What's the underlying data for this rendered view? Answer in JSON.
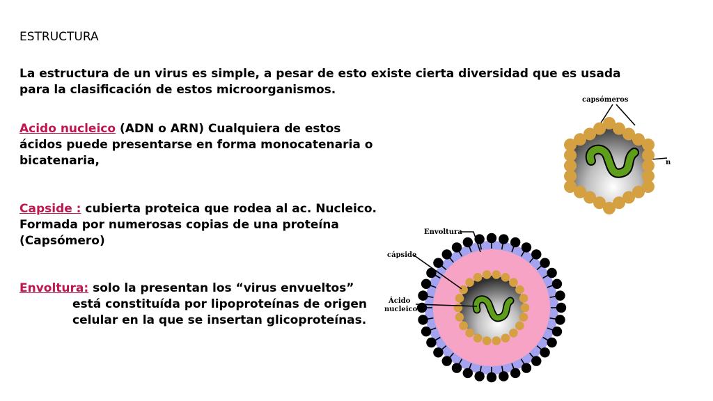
{
  "heading": "ESTRUCTURA",
  "intro": "La estructura de un virus es simple, a pesar de esto existe cierta diversidad que es usada para la clasificación de estos microorganismos.",
  "acid": {
    "term": "Acido nucleico",
    "text": " (ADN o ARN) Cualquiera de estos ácidos puede presentarse en forma monocatenaria o bicatenaria,"
  },
  "capside": {
    "term": "Capside :",
    "text": " cubierta proteica que rodea al ac. Nucleico. Formada por numerosas copias de una proteína (Capsómero)"
  },
  "envoltura": {
    "term": "Envoltura:",
    "text1": " solo la presentan los “virus envueltos”",
    "text2": "está constituída por lipoproteínas de origen celular en la que se insertan glicoproteínas."
  },
  "diagram1": {
    "label_top": "capsómeros",
    "label_right": "n"
  },
  "diagram2": {
    "label_envoltura": "Envoltura",
    "label_capside": "cápside",
    "label_acido1": "Ácido",
    "label_acido2": "nucleico"
  },
  "colors": {
    "term_color": "#c0164f",
    "capsomere": "#d4a041",
    "nucleic_acid": "#5e9e1a",
    "envelope_pink": "#f7a3c6",
    "envelope_lavender": "#a3a3ef"
  }
}
